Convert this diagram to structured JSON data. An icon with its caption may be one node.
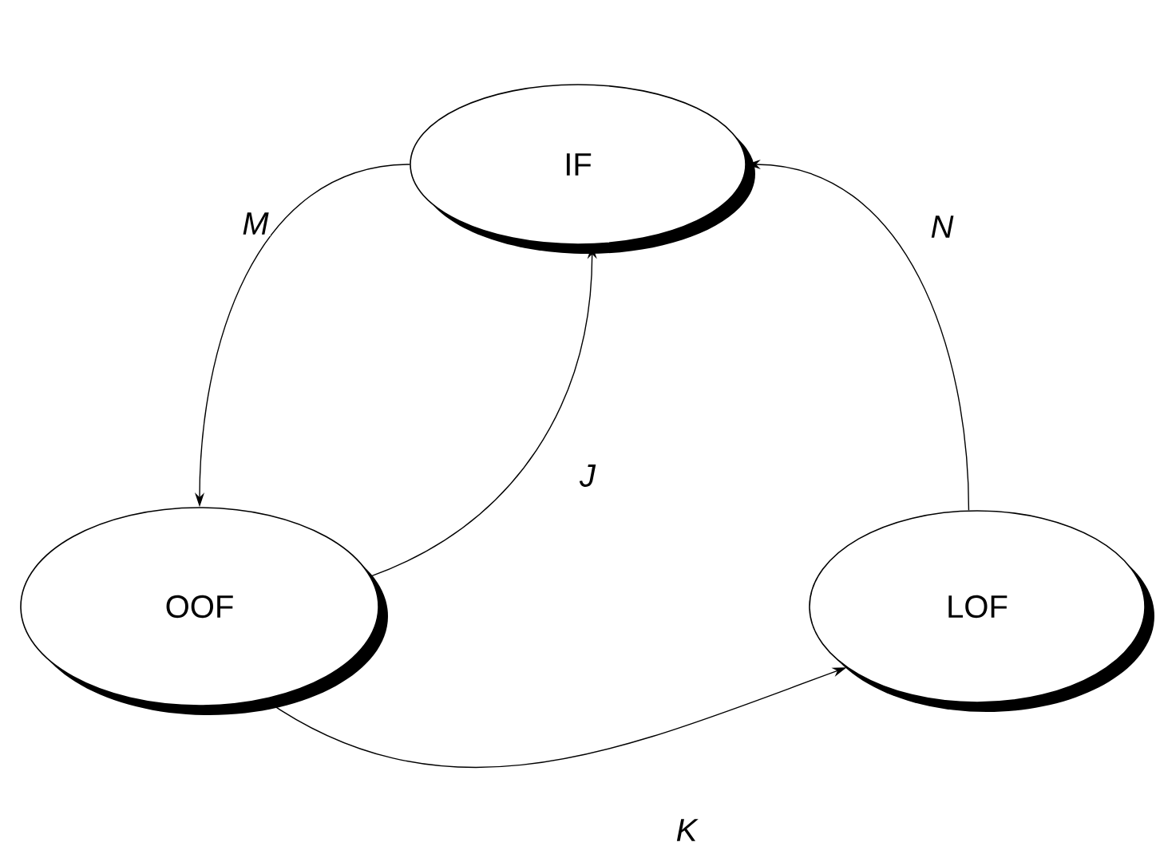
{
  "diagram": {
    "nodes": [
      {
        "text": [
          "IF"
        ]
      },
      {
        "text": [
          "OOF"
        ]
      },
      {
        "text": [
          "LOF"
        ]
      }
    ],
    "edges": [
      {
        "from": 0,
        "to": 1,
        "arrow": "to",
        "label": "*M*"
      },
      {
        "from": 1,
        "to": 0,
        "arrow": "to",
        "label": "*J*"
      },
      {
        "from": 1,
        "to": 2,
        "arrow": "to",
        "label": "*K*"
      },
      {
        "from": 2,
        "to": 0,
        "arrow": "to",
        "label": "*N*"
      }
    ]
  }
}
